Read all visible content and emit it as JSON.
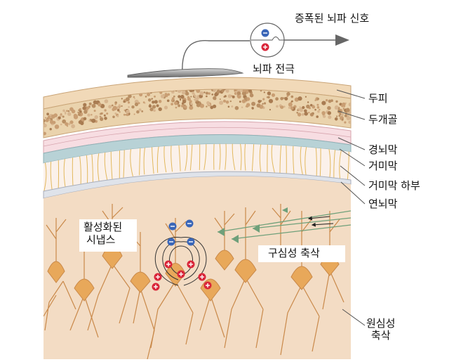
{
  "labels": {
    "amplified_signal": "증폭된 뇌파 신호",
    "electrode": "뇌파 전극",
    "scalp": "두피",
    "skull": "두개골",
    "dura": "경뇌막",
    "arachnoid": "거미막",
    "subarachnoid": "거미막 하부",
    "pia": "연뇌막",
    "active_synapse_line1": "활성화된",
    "active_synapse_line2": "시냅스",
    "centripetal_axon": "구심성 축삭",
    "centrifugal_axon_line1": "원심성",
    "centrifugal_axon_line2": "축삭"
  },
  "colors": {
    "scalp": "#f1d9b8",
    "skull": "#e9d3ae",
    "membrane_pink": "#f7dde2",
    "arachnoid_blue": "#b8d2d6",
    "cortex": "#f3dcc4",
    "neuron": "#e8a85a",
    "positive_charge": "#d9263a",
    "negative_charge": "#3a66b8",
    "axon_green": "#6fa07a"
  }
}
